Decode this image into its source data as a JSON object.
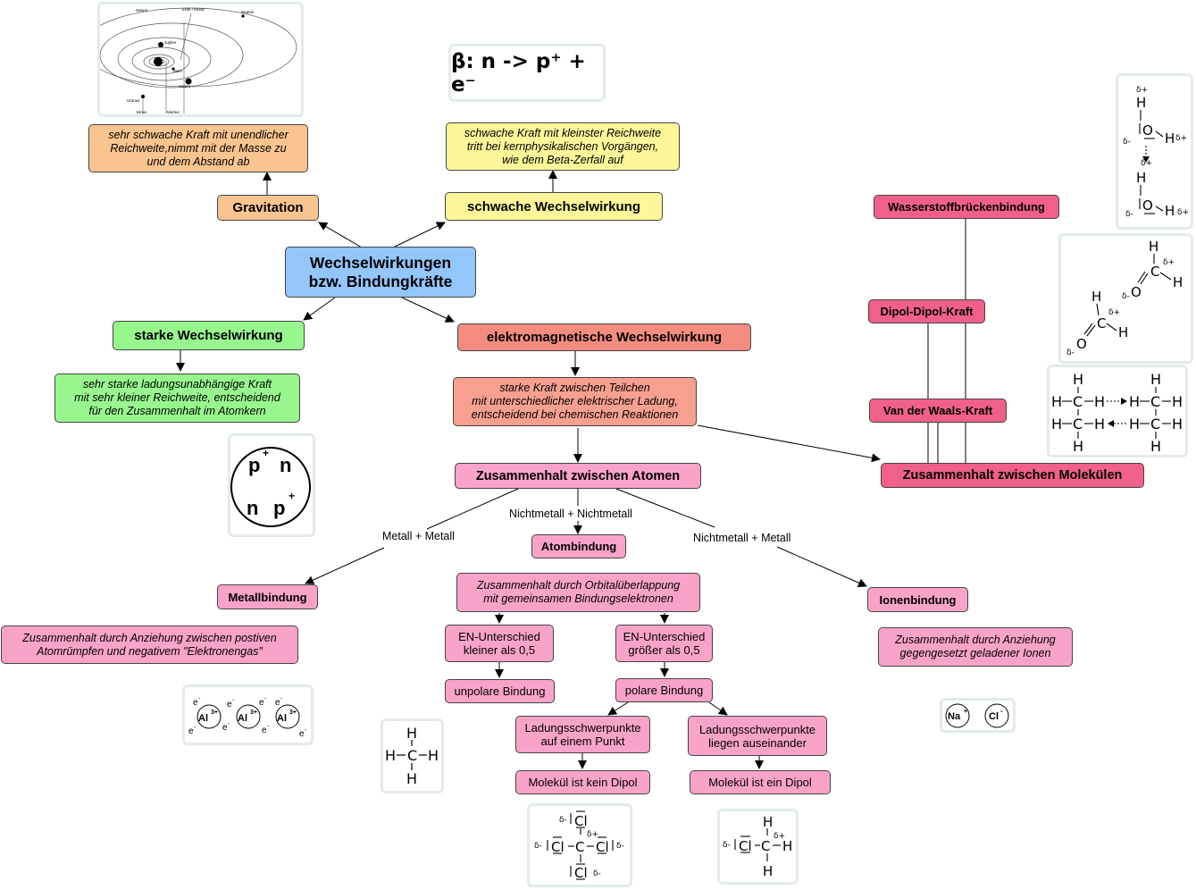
{
  "center": {
    "line1": "Wechselwirkungen",
    "line2": "bzw. Bindungkräfte"
  },
  "gravitation": {
    "label": "Gravitation",
    "desc": [
      "sehr schwache Kraft mit unendlicher",
      "Reichweite,nimmt mit der Masse zu",
      "und dem Abstand ab"
    ]
  },
  "weak": {
    "label": "schwache Wechselwirkung",
    "desc": [
      "schwache Kraft mit kleinster Reichweite",
      "tritt bei kernphysikalischen Vorgängen,",
      "wie dem Beta-Zerfall auf"
    ],
    "formula": "β: n -> p⁺ + e⁻"
  },
  "strong": {
    "label": "starke Wechselwirkung",
    "desc": [
      "sehr starke ladungsunabhängige Kraft",
      "mit sehr kleiner Reichweite, entscheidend",
      "für den Zusammenhalt im Atomkern"
    ]
  },
  "em": {
    "label": "elektromagnetische Wechselwirkung",
    "desc": [
      "starke Kraft zwischen Teilchen",
      "mit unterschiedlicher elektrischer Ladung,",
      "entscheidend bei chemischen Reaktionen"
    ]
  },
  "atoms": {
    "label": "Zusammenhalt zwischen Atomen"
  },
  "molecules": {
    "label": "Zusammenhalt zwischen Molekülen"
  },
  "hbond": {
    "label": "Wasserstoffbrückenbindung"
  },
  "dipol": {
    "label": "Dipol-Dipol-Kraft"
  },
  "vdw": {
    "label": "Van der Waals-Kraft"
  },
  "edge_labels": {
    "metal": "Metall + Metall",
    "nonmetal": "Nichtmetall + Nichtmetall",
    "mixed": "Nichtmetall + Metall"
  },
  "metal": {
    "label": "Metallbindung",
    "desc": [
      "Zusammenhalt durch Anziehung zwischen postiven",
      "Atomrümpfen und negativem \"Elektronengas\""
    ]
  },
  "covalent": {
    "label": "Atombindung",
    "desc": [
      "Zusammenhalt durch Orbitalüberlappung",
      "mit gemeinsamen Bindungselektronen"
    ]
  },
  "ionic": {
    "label": "Ionenbindung",
    "desc": [
      "Zusammenhalt durch Anziehung",
      "gegengesetzt geladener Ionen"
    ]
  },
  "en_small": {
    "line1": "EN-Unterschied",
    "line2": "kleiner als 0,5"
  },
  "en_large": {
    "line1": "EN-Unterschied",
    "line2": "größer als 0,5"
  },
  "nonpolar": {
    "label": "unpolare Bindung"
  },
  "polar": {
    "label": "polare Bindung"
  },
  "charge_one": {
    "line1": "Ladungsschwerpunkte",
    "line2": "auf einem Punkt"
  },
  "charge_apart": {
    "line1": "Ladungsschwerpunkte",
    "line2": "liegen auseinander"
  },
  "no_dipole": {
    "label": "Molekül ist kein Dipol"
  },
  "dipole": {
    "label": "Molekül ist ein Dipol"
  },
  "solar": {
    "labels": [
      "Saturn",
      "Erde / Mond",
      "Neptun",
      "Jupiter",
      "Mars",
      "Saturn",
      "Uranus",
      "Venus",
      "Merkur"
    ]
  },
  "nucleus": {
    "p": "p",
    "n": "n",
    "plus": "+"
  },
  "ions": {
    "na": "Na",
    "cl": "Cl",
    "plus": "+",
    "minus": "-"
  },
  "al": {
    "atom": "Al",
    "charge": "3+",
    "e": "e",
    "minus": "-"
  },
  "chem": {
    "H": "H",
    "C": "C",
    "O": "O",
    "Cl": "Cl",
    "dplus": "δ+",
    "dminus": "δ-"
  },
  "colors": {
    "pink_light": "#f9a3c9",
    "pink_dark": "#f0608a",
    "salmon": "#f58c80",
    "orange": "#f9c490",
    "yellow": "#fdf79a",
    "green": "#97f78e",
    "blue": "#93c6fb"
  }
}
